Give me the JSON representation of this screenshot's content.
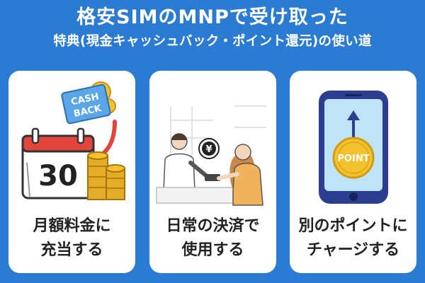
{
  "title": {
    "line1": "格安SIMのMNPで受け取った",
    "line2": "特典(現金キャッシュバック・ポイント還元)の使い道"
  },
  "cards": [
    {
      "line1": "月額料金に",
      "line2": "充当する",
      "badge_line1": "CASH",
      "badge_line2": "BACK",
      "calendar_day": "30"
    },
    {
      "line1": "日常の決済で",
      "line2": "使用する",
      "bubble_symbol": "¥"
    },
    {
      "line1": "別のポイントに",
      "line2": "チャージする",
      "coin_label": "POINT"
    }
  ],
  "colors": {
    "background": "#2a7bd1",
    "card": "#ffffff",
    "accent_red": "#e2453c",
    "coin_gold": "#f2c230",
    "phone_blue": "#2b3e8f"
  }
}
